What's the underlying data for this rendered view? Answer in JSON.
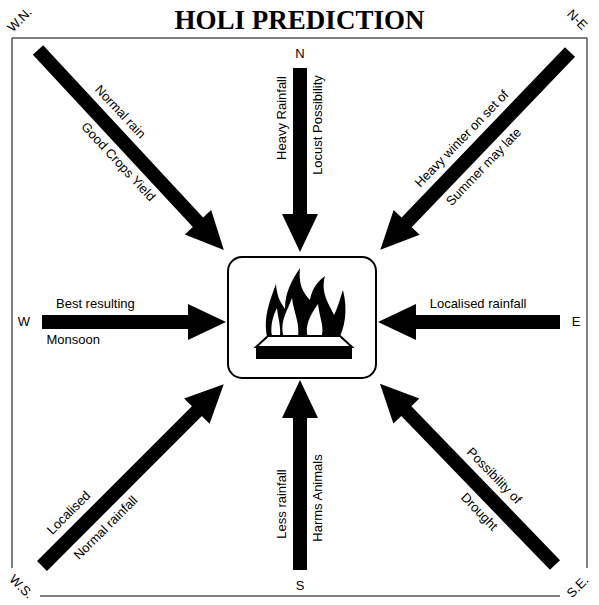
{
  "diagram": {
    "title": "HOLI PREDICTION",
    "labels": [
      "W.N.",
      "N",
      "N-E",
      "W",
      "E",
      "W.S.",
      "S",
      "S.E.",
      "Normal rain",
      "Good Crops Yield",
      "Heavy Rainfall",
      "Locust Possibility",
      "Heavy winter on set of",
      "Summer may late",
      "Best resulting",
      "Monsoon",
      "Localised rainfall",
      "Localised",
      "Normal rainfall",
      "Less rainfall",
      "Harms Animals",
      "Possibility of",
      "Drought"
    ]
  }
}
